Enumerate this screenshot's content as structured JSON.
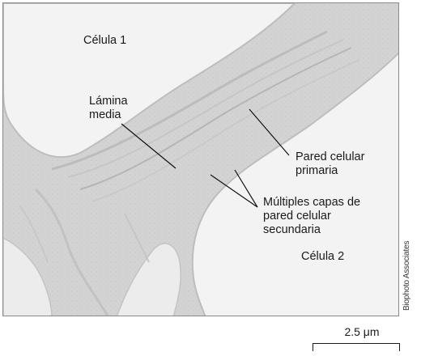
{
  "image": {
    "description_colors": {
      "cell": "#f2f2f2",
      "wall": "#cfcfcf",
      "wall_dark": "#b8b8b8"
    }
  },
  "labels": {
    "celula1": "Célula 1",
    "lamina": "Lámina\nmedia",
    "pared_primaria": "Pared celular\nprimaria",
    "capas_secundarias": "Múltiples capas de\npared celular\nsecundaria",
    "celula2": "Célula 2"
  },
  "credit": "Biophoto Associates",
  "scale": {
    "text": "2.5 μm"
  }
}
